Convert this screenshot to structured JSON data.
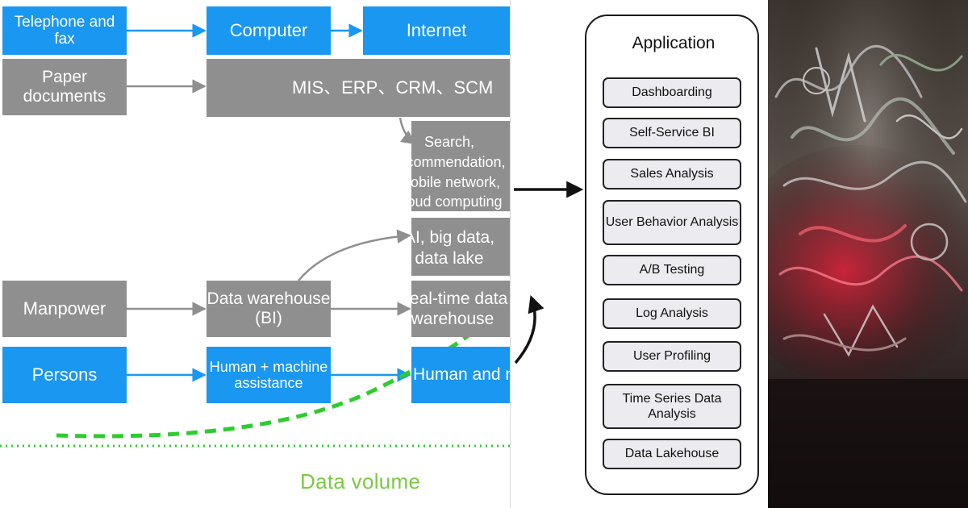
{
  "left_panel": {
    "row1": {
      "a": "Telephone and fax",
      "b": "Computer",
      "c": "Internet"
    },
    "row2": {
      "a": "Paper documents",
      "b": "MIS、ERP、CRM、SCM"
    },
    "search_box": "Search, recommendation, mobile network, cloud computing",
    "ai_box": "AI, big data, data lake",
    "row_manpower": {
      "a": "Manpower",
      "b": "Data warehouse (BI)",
      "c": "Real-time data warehouse"
    },
    "row_persons": {
      "a": "Persons",
      "b": "Human + machine assistance",
      "c": "Human and machine"
    },
    "axis_label": "Data volume",
    "colors": {
      "blue": "#1a97f0",
      "gray": "#8f8f8f",
      "green": "#2ecc2e",
      "axis": "#7bc943"
    }
  },
  "application": {
    "title": "Application",
    "items": [
      "Dashboarding",
      "Self-Service BI",
      "Sales Analysis",
      "User Behavior Analysis",
      "A/B Testing",
      "Log Analysis",
      "User Profiling",
      "Time Series Data Analysis",
      "Data Lakehouse"
    ]
  },
  "right_panel": {
    "description_icon": "graffiti-tunnel-image"
  }
}
